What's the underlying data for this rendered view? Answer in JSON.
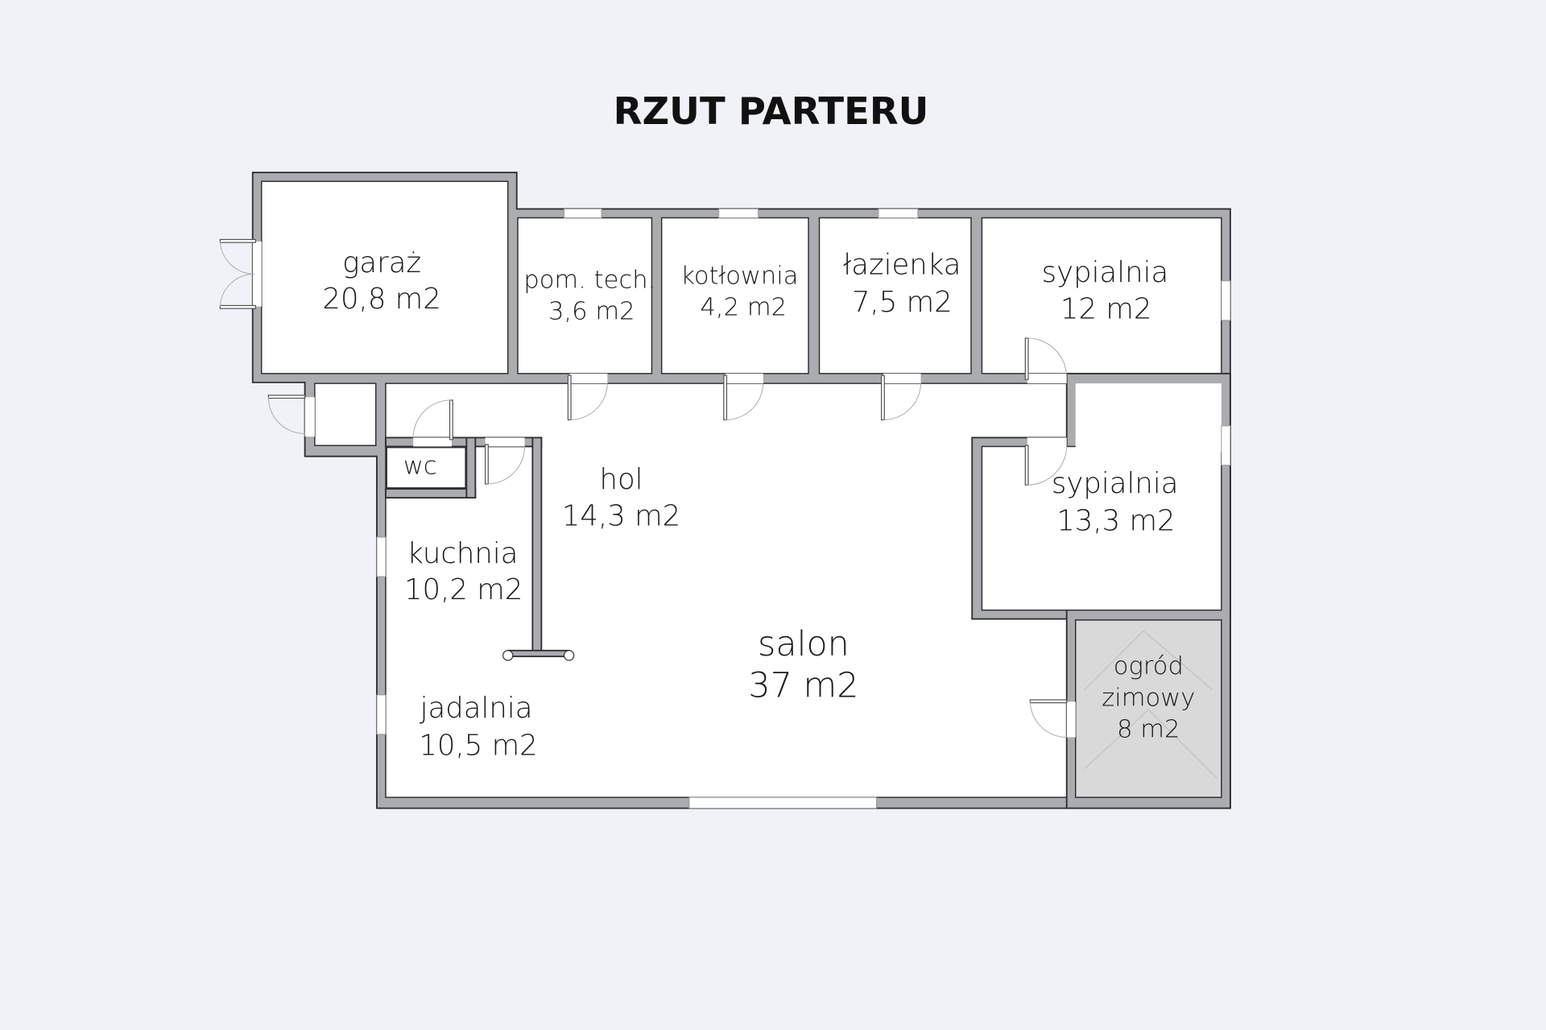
{
  "title": "RZUT PARTERU",
  "rooms": {
    "garaz": {
      "name": "garaż",
      "area": "20,8 m2"
    },
    "pom_tech": {
      "name": "pom. tech.",
      "area": "3,6 m2"
    },
    "kotlownia": {
      "name": "kotłownia",
      "area": "4,2 m2"
    },
    "lazienka": {
      "name": "łazienka",
      "area": "7,5 m2"
    },
    "sypialnia1": {
      "name": "sypialnia",
      "area": "12 m2"
    },
    "hol": {
      "name": "hol",
      "area": "14,3 m2"
    },
    "wc": {
      "name": "wc"
    },
    "kuchnia": {
      "name": "kuchnia",
      "area": "10,2 m2"
    },
    "jadalnia": {
      "name": "jadalnia",
      "area": "10,5 m2"
    },
    "salon": {
      "name": "salon",
      "area": "37 m2"
    },
    "sypialnia2": {
      "name": "sypialnia",
      "area": "13,3 m2"
    },
    "ogrod": {
      "name1": "ogród",
      "name2": "zimowy",
      "area": "8 m2"
    }
  },
  "colors": {
    "background": "#f0f2f7",
    "wall": "#abacb0",
    "garden": "#d9d9d9"
  }
}
